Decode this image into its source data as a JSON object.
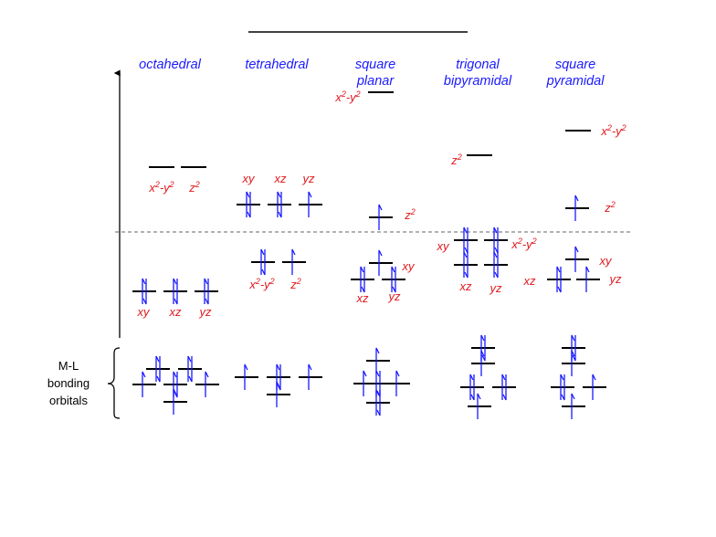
{
  "colors": {
    "title": "#1a1aff",
    "label": "#e0191e",
    "level": "#000000",
    "electron": "#1a1aff",
    "reference": "#666666"
  },
  "left_label": {
    "lines": [
      "M-L",
      "bonding",
      "orbitals"
    ]
  },
  "geometries": [
    {
      "title": [
        "octahedral"
      ],
      "labels": [
        {
          "html": "x<tspan baseline-shift='super' font-size='9'>2</tspan>-y<tspan baseline-shift='super' font-size='9'>2</tspan>"
        },
        {
          "html": "z<tspan baseline-shift='super' font-size='9'>2</tspan>"
        },
        {
          "html": "xy"
        },
        {
          "html": "xz"
        },
        {
          "html": "yz"
        }
      ]
    },
    {
      "title": [
        "tetrahedral"
      ],
      "labels": [
        {
          "html": "xy"
        },
        {
          "html": "xz"
        },
        {
          "html": "yz"
        },
        {
          "html": "x<tspan baseline-shift='super' font-size='9'>2</tspan>-y<tspan baseline-shift='super' font-size='9'>2</tspan>"
        },
        {
          "html": "z<tspan baseline-shift='super' font-size='9'>2</tspan>"
        }
      ]
    },
    {
      "title": [
        "square",
        "planar"
      ],
      "labels": [
        {
          "html": "x<tspan baseline-shift='super' font-size='9'>2</tspan>-y<tspan baseline-shift='super' font-size='9'>2</tspan>"
        },
        {
          "html": "z<tspan baseline-shift='super' font-size='9'>2</tspan>"
        },
        {
          "html": "xy"
        },
        {
          "html": "xz"
        },
        {
          "html": "yz"
        }
      ]
    },
    {
      "title": [
        "trigonal",
        "bipyramidal"
      ],
      "labels": [
        {
          "html": "z<tspan baseline-shift='super' font-size='9'>2</tspan>"
        },
        {
          "html": "xy"
        },
        {
          "html": "x<tspan baseline-shift='super' font-size='9'>2</tspan>-y<tspan baseline-shift='super' font-size='9'>2</tspan>"
        },
        {
          "html": "xz"
        },
        {
          "html": "yz"
        }
      ]
    },
    {
      "title": [
        "square",
        "pyramidal"
      ],
      "labels": [
        {
          "html": "x<tspan baseline-shift='super' font-size='9'>2</tspan>-y<tspan baseline-shift='super' font-size='9'>2</tspan>"
        },
        {
          "html": "z<tspan baseline-shift='super' font-size='9'>2</tspan>"
        },
        {
          "html": "xy"
        },
        {
          "html": "xz"
        },
        {
          "html": "yz"
        }
      ]
    }
  ]
}
